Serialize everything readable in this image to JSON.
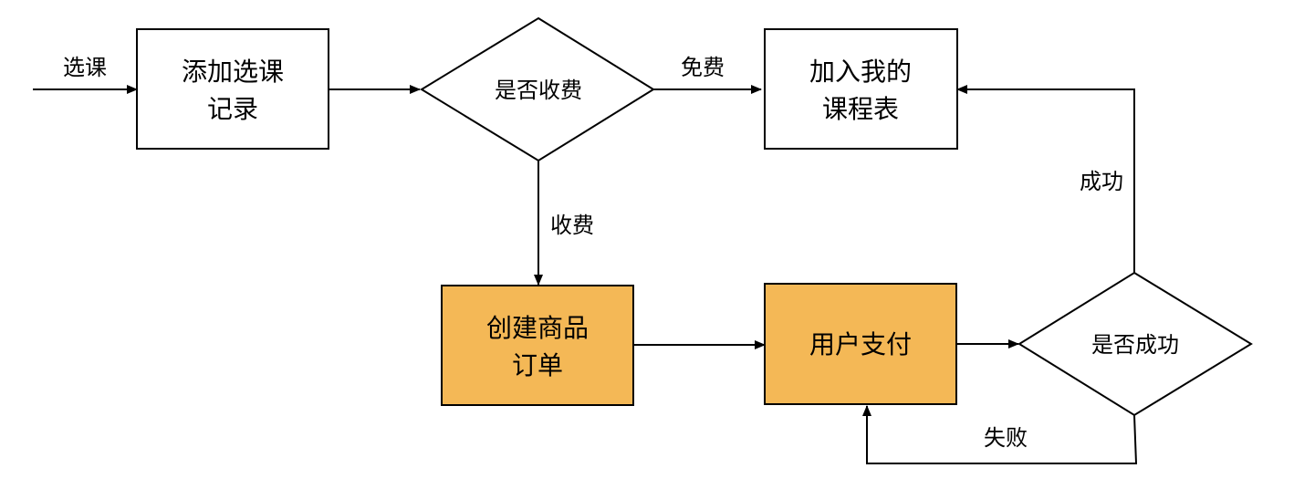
{
  "nodes": {
    "add_record": {
      "lines": [
        "添加选课",
        "记录"
      ],
      "fill": "#ffffff"
    },
    "is_charged": {
      "text": "是否收费"
    },
    "add_schedule": {
      "lines": [
        "加入我的",
        "课程表"
      ],
      "fill": "#ffffff"
    },
    "create_order": {
      "lines": [
        "创建商品",
        "订单"
      ],
      "fill": "#f4b856"
    },
    "user_pay": {
      "text": "用户支付",
      "fill": "#f4b856"
    },
    "is_success": {
      "text": "是否成功"
    }
  },
  "edges": {
    "select_course": "选课",
    "free": "免费",
    "charged": "收费",
    "success": "成功",
    "failed": "失败"
  }
}
